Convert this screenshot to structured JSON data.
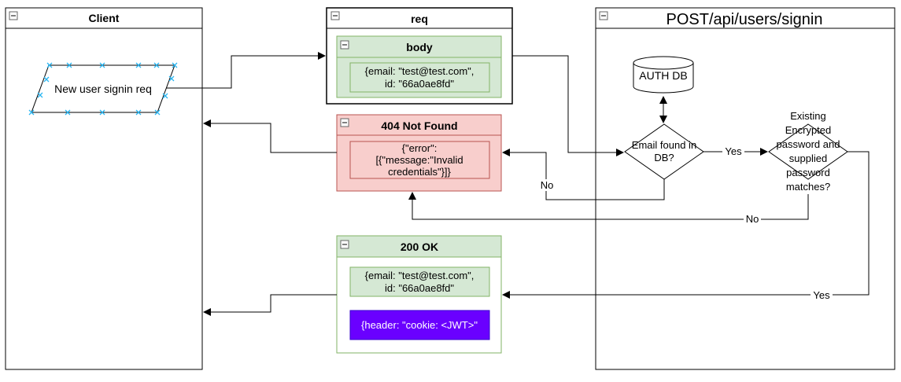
{
  "swimlanes": {
    "client": {
      "title": "Client"
    },
    "req": {
      "title": "req"
    },
    "signin": {
      "title": "POST/api/users/signin"
    }
  },
  "req": {
    "body": {
      "title": "body",
      "content_line1": "{email: \"test@test.com\",",
      "content_line2": "id: \"66a0ae8fd\""
    }
  },
  "client_shape": {
    "label": "New user signin req"
  },
  "not_found": {
    "title": "404 Not Found",
    "content_line1": "{\"error\":",
    "content_line2": "[{\"message:\"Invalid",
    "content_line3": "credentials\"}]}"
  },
  "ok": {
    "title": "200 OK",
    "content_line1": "{email: \"test@test.com\",",
    "content_line2": "id: \"66a0ae8fd\"",
    "header": "{header: \"cookie: <JWT>\""
  },
  "auth_db": {
    "label": "AUTH DB"
  },
  "decision_email": {
    "line1": "Email found in",
    "line2": "DB?"
  },
  "decision_password": {
    "line1": "Existing",
    "line2": "Encrypted",
    "line3": "password and",
    "line4": "supplied",
    "line5": "password",
    "line6": "matches?"
  },
  "edge_labels": {
    "yes_1": "Yes",
    "no_1": "No",
    "no_2": "No",
    "yes_2": "Yes"
  },
  "colors": {
    "green_fill": "#d5e8d4",
    "green_stroke": "#82b366",
    "red_fill": "#f8cecc",
    "red_stroke": "#b85450",
    "purple_fill": "#6a00ff",
    "selection_handles": "#29b6f2"
  }
}
